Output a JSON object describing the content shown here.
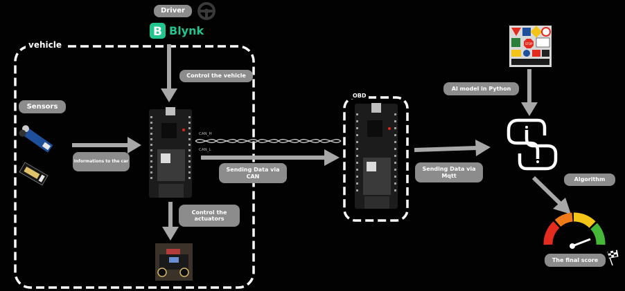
{
  "diagram": {
    "nodes": {
      "driver": "Driver",
      "blynk": "Blynk",
      "vehicle": "vehicle",
      "sensors": "Sensors",
      "control_vehicle": "Control the vehicle",
      "informations": "Informations to the car",
      "control_actuators": "Control the actuators",
      "sending_can": "Sending Data via CAN",
      "obd": "OBD",
      "sending_mqtt": "Sending Data via Mqtt",
      "ai_model": "AI model in Python",
      "algorithm": "Algorithm",
      "final_score": "The final score",
      "can_h": "CAN_H",
      "can_l": "CAN_L"
    },
    "colors": {
      "background": "#020202",
      "pill": "#8c8c8c",
      "arrow": "#a8a8a8",
      "blynk_green": "#23c48e",
      "board": "#1c1c1c",
      "gauge_red": "#e32b1f",
      "gauge_orange": "#f07a1a",
      "gauge_yellow": "#f5c418",
      "gauge_green": "#45b83a"
    },
    "icons": [
      "steering-wheel-icon",
      "blynk-logo",
      "sensor-module-icon",
      "esp32-board",
      "robot-car-photo",
      "road-signs-collage",
      "python-logo",
      "speedometer-gauge",
      "checkered-flag-icon"
    ]
  }
}
